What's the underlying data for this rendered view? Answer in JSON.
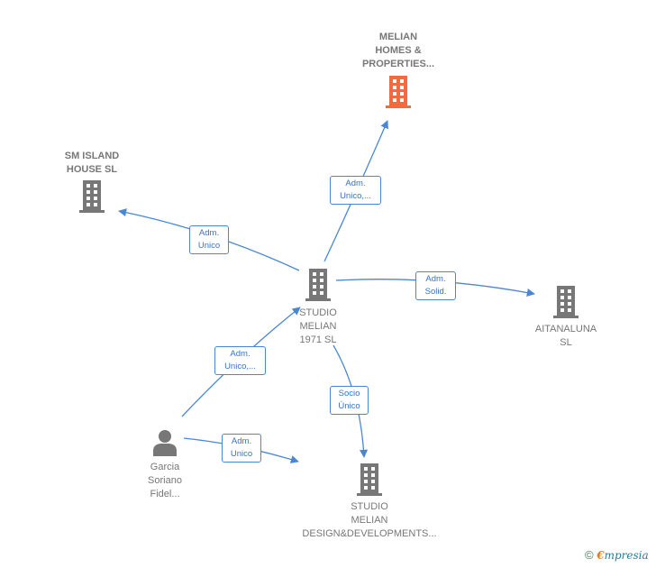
{
  "nodes": {
    "melian_homes": {
      "lines": [
        "MELIAN",
        "HOMES &",
        "PROPERTIES..."
      ],
      "color": "#f26a3d",
      "icon": "building-icon"
    },
    "sm_island": {
      "lines": [
        "SM ISLAND",
        "HOUSE  SL"
      ],
      "color": "#777777",
      "icon": "building-icon"
    },
    "studio_1971": {
      "lines": [
        "STUDIO",
        "MELIAN",
        "1971 SL"
      ],
      "color": "#777777",
      "icon": "building-icon"
    },
    "aitanaluna": {
      "lines": [
        "AITANALUNA",
        "SL"
      ],
      "color": "#777777",
      "icon": "building-icon"
    },
    "garcia": {
      "lines": [
        "Garcia",
        "Soriano",
        "Fidel..."
      ],
      "color": "#777777",
      "icon": "person-icon"
    },
    "studio_design": {
      "lines": [
        "STUDIO",
        "MELIAN",
        "DESIGN&DEVELOPMENTS..."
      ],
      "color": "#777777",
      "icon": "building-icon"
    }
  },
  "edges": {
    "to_melian_homes": [
      "Adm.",
      "Unico,..."
    ],
    "to_sm_island": [
      "Adm.",
      "Unico"
    ],
    "to_aitanaluna": [
      "Adm.",
      "Solid."
    ],
    "to_studio_design": [
      "Socio",
      "Único"
    ],
    "garcia_to_studio": [
      "Adm.",
      "Unico,..."
    ],
    "garcia_to_design": [
      "Adm.",
      "Unico"
    ]
  },
  "colors": {
    "edge": "#4a86d4",
    "label_border": "#4a86d4"
  },
  "footer": {
    "copyright": "©",
    "brand_initial": "€",
    "brand_rest": "mpresia"
  }
}
